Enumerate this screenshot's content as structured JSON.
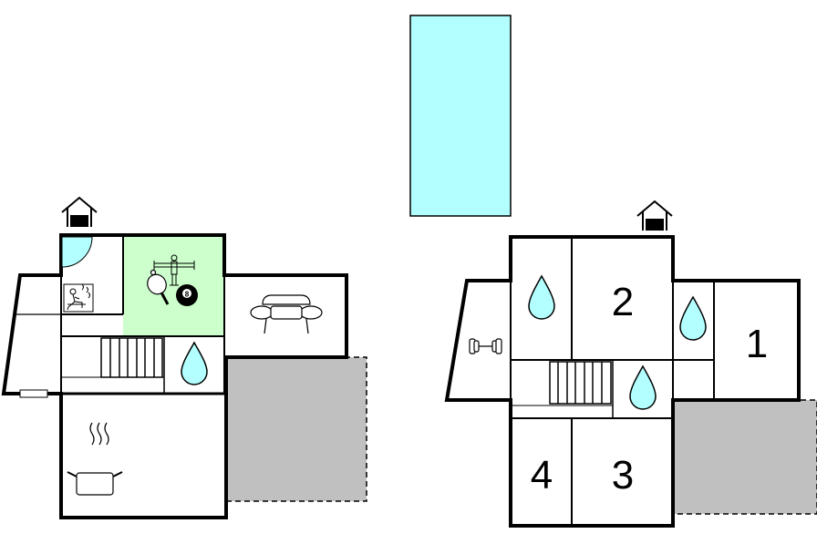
{
  "colors": {
    "wall": "#000000",
    "pool": "#b3ffff",
    "terrace": "#c0c0c0",
    "game_room": "#ccffcc",
    "water_drop": "#b3ffff",
    "background": "#ffffff"
  },
  "rooms": {
    "room_1": "1",
    "room_2": "2",
    "room_3": "3",
    "room_4": "4"
  },
  "billiard_ball_number": "8",
  "icons": [
    "entrance-icon",
    "sauna-icon",
    "table-football-icon",
    "table-tennis-icon",
    "billiard-ball-icon",
    "sofa-icon",
    "bathroom-drop-icon",
    "stairs-icon",
    "kitchen-pot-icon",
    "fitness-dumbbell-icon",
    "fireplace-icon",
    "pool-icon",
    "terrace-icon"
  ]
}
